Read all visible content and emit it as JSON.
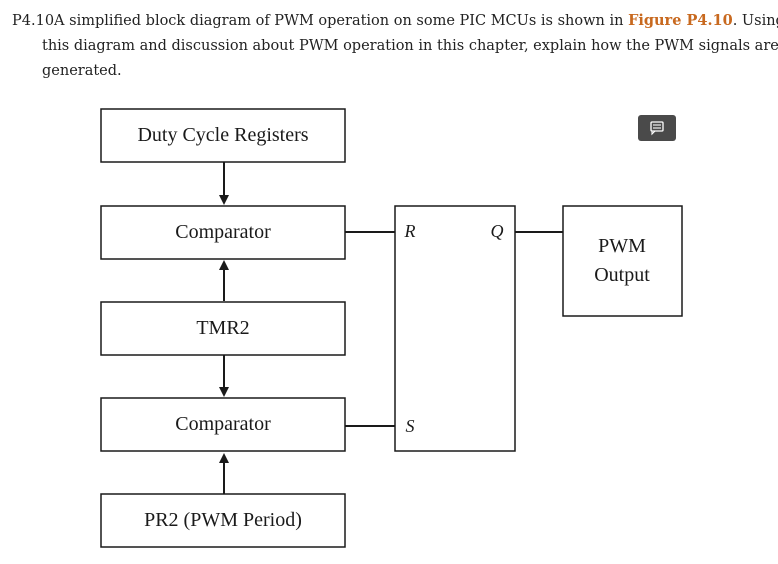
{
  "question": {
    "number": "P4.10",
    "text_before": "A simplified block diagram of PWM operation on some PIC MCUs is shown in ",
    "figure_ref": "Figure P4.10",
    "text_after": ". Using this diagram and discussion about PWM operation in this chapter, explain how the PWM signals are generated."
  },
  "diagram": {
    "blocks": {
      "duty_cycle": "Duty Cycle Registers",
      "comparator_top": "Comparator",
      "tmr2": "TMR2",
      "comparator_bottom": "Comparator",
      "pr2": "PR2 (PWM Period)",
      "output_line1": "PWM",
      "output_line2": "Output"
    },
    "latch_pins": {
      "r": "R",
      "q": "Q",
      "s": "S"
    }
  },
  "icons": {
    "note": "note-icon"
  },
  "colors": {
    "figure_ref": "#c8691f",
    "note_button": "#4a4a4a"
  }
}
